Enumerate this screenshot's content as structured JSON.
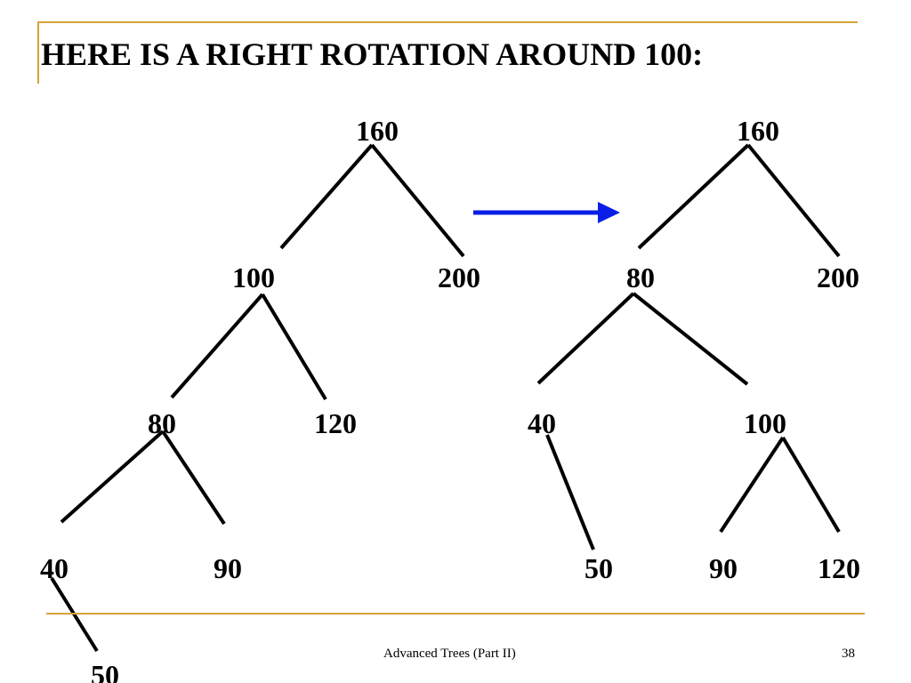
{
  "slide": {
    "title": "HERE IS A RIGHT ROTATION AROUND 100:",
    "footer_title": "Advanced Trees (Part II)",
    "page_number": "38"
  },
  "colors": {
    "accent_rule": "#d6a43a",
    "arrow": "#0a1fe6",
    "text": "#000000"
  },
  "trees": {
    "before": {
      "nodes": [
        "160",
        "100",
        "200",
        "80",
        "120",
        "40",
        "90",
        "50"
      ],
      "edges": [
        [
          "160",
          "100"
        ],
        [
          "160",
          "200"
        ],
        [
          "100",
          "80"
        ],
        [
          "100",
          "120"
        ],
        [
          "80",
          "40"
        ],
        [
          "80",
          "90"
        ],
        [
          "40",
          "50"
        ]
      ]
    },
    "after": {
      "nodes": [
        "160",
        "80",
        "200",
        "40",
        "100",
        "50",
        "90",
        "120"
      ],
      "edges": [
        [
          "160",
          "80"
        ],
        [
          "160",
          "200"
        ],
        [
          "80",
          "40"
        ],
        [
          "80",
          "100"
        ],
        [
          "40",
          "50"
        ],
        [
          "100",
          "90"
        ],
        [
          "100",
          "120"
        ]
      ]
    }
  },
  "transition_arrow": {
    "direction": "right"
  }
}
